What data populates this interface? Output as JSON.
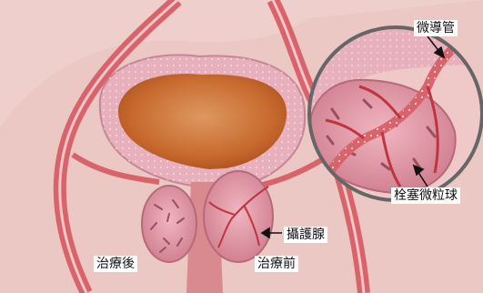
{
  "labels": {
    "after_treatment": "治療後",
    "before_treatment": "治療前",
    "prostate": "攝護腺",
    "microcatheter": "微導管",
    "embolic_microspheres": "栓塞微粒球"
  },
  "colors": {
    "skin": "#f0d3d0",
    "vessel": "#d9636b",
    "bladder_muscle": "#e7b0bc",
    "bladder_interior": "#c96d35",
    "prostate": "#dc8c9c",
    "zoom_ring": "#666666"
  }
}
